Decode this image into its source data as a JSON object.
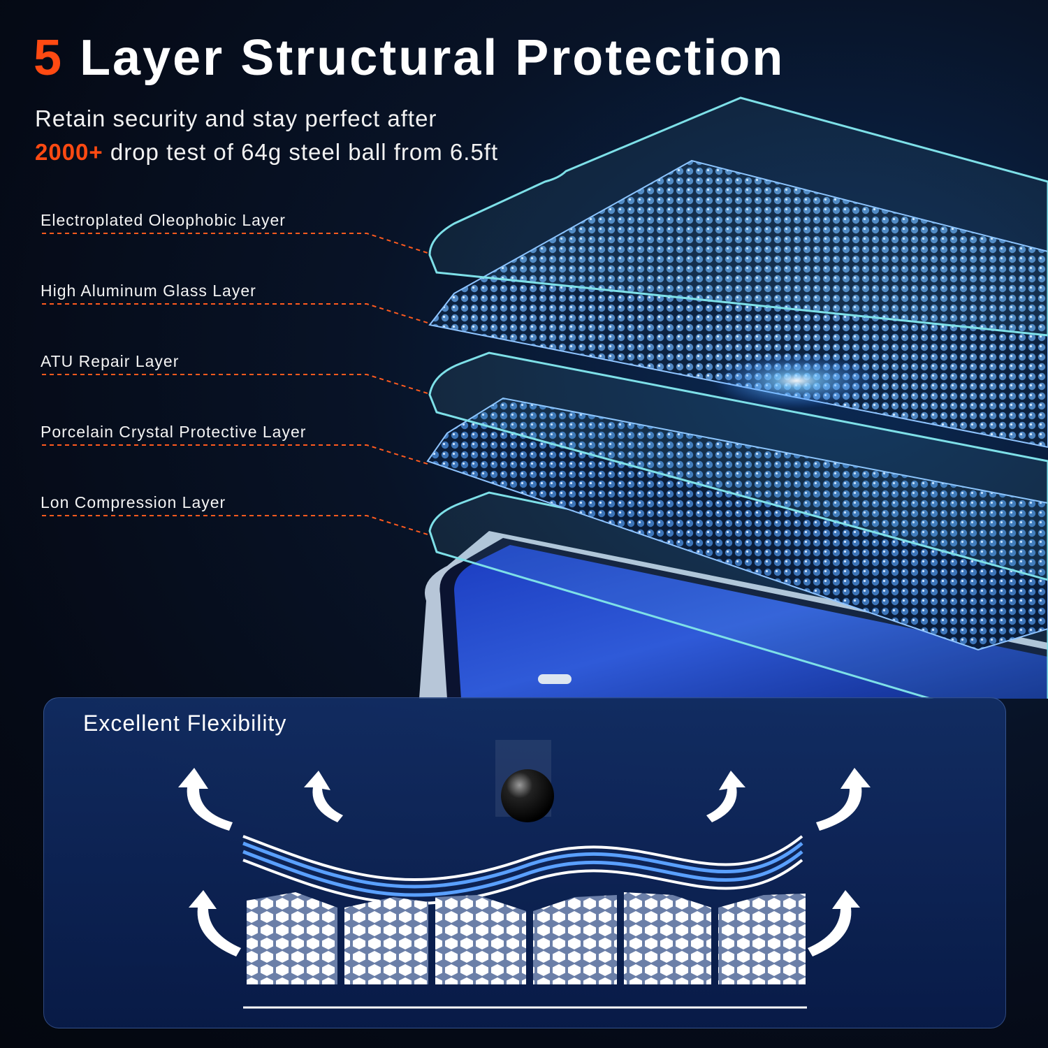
{
  "headline": {
    "number": "5",
    "text": "Layer Structural Protection"
  },
  "subtitle": {
    "line1": "Retain security and stay perfect after",
    "highlight": "2000+",
    "line2_rest": " drop test of 64g steel ball from 6.5ft"
  },
  "layers": [
    {
      "label": "Electroplated Oleophobic Layer"
    },
    {
      "label": "High Aluminum Glass Layer"
    },
    {
      "label": "ATU Repair Layer"
    },
    {
      "label": "Porcelain Crystal Protective Layer"
    },
    {
      "label": "Lon Compression Layer"
    }
  ],
  "flex_panel": {
    "title": "Excellent Flexibility"
  },
  "colors": {
    "accent": "#ff4a12",
    "glass_edge": "#7ee0e8",
    "bead": "#5a8fc8",
    "panel": "#163a7a"
  },
  "icons": [
    "steel-ball-icon",
    "flex-arrow-icon",
    "honeycomb-block-icon",
    "phone-illustration"
  ]
}
